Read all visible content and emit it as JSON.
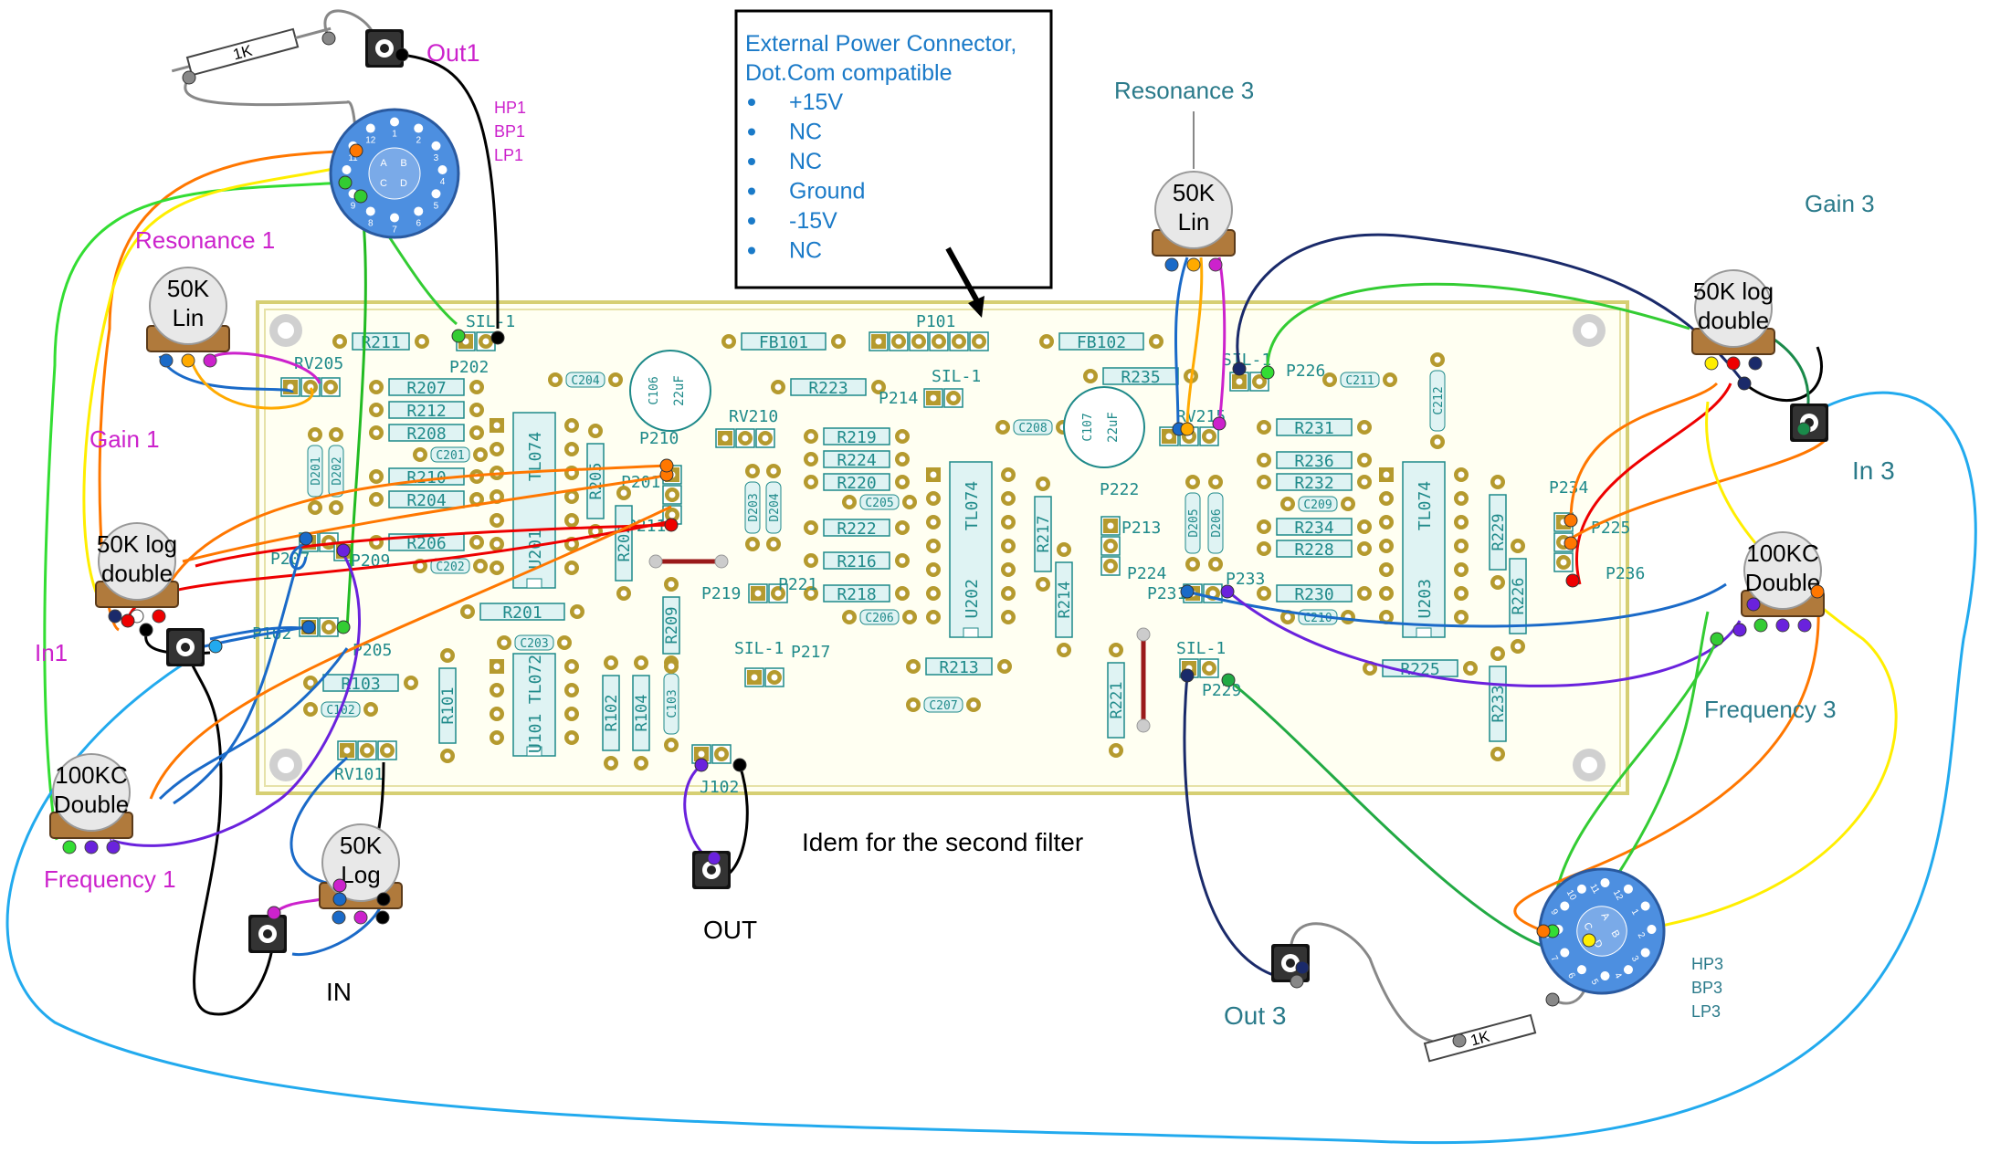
{
  "colors": {
    "board_fill": "#fffff2",
    "board_border": "#d6cf73",
    "pad": "#b59a2e",
    "pad_inner": "#e0c55a",
    "part_fill": "#dff3f3",
    "part_stroke": "#1f8a8a",
    "part_text": "#1f8a8a",
    "pot_body": "#e8e8e8",
    "pot_base": "#b07a3c",
    "switch_blue": "#4d8fe0",
    "magenta": "#cc22cc",
    "teal": "#2a7a8a",
    "callout_blue": "#1a7ac8"
  },
  "callout": {
    "title_line1": "External Power Connector,",
    "title_line2": "Dot.Com compatible",
    "pins": [
      "+15V",
      "NC",
      "NC",
      "Ground",
      "-15V",
      "NC"
    ]
  },
  "labels": {
    "out1": "Out1",
    "hp1": "HP1",
    "bp1": "BP1",
    "lp1": "LP1",
    "resonance1": "Resonance 1",
    "gain1": "Gain 1",
    "in1": "In1",
    "frequency1": "Frequency 1",
    "in": "IN",
    "out": "OUT",
    "idem": "Idem for the second filter",
    "resonance3": "Resonance 3",
    "gain3": "Gain 3",
    "in3": "In 3",
    "frequency3": "Frequency 3",
    "out3": "Out 3",
    "hp3": "HP3",
    "bp3": "BP3",
    "lp3": "LP3"
  },
  "pots": {
    "res1": {
      "line1": "50K",
      "line2": "Lin"
    },
    "gain1": {
      "line1": "50K log",
      "line2": "double"
    },
    "freq1": {
      "line1": "100KC",
      "line2": "Double"
    },
    "in_pot": {
      "line1": "50K",
      "line2": "Log"
    },
    "res3": {
      "line1": "50K",
      "line2": "Lin"
    },
    "gain3": {
      "line1": "50K log",
      "line2": "double"
    },
    "freq3": {
      "line1": "100KC",
      "line2": "Double"
    }
  },
  "resistor_1k": "1K",
  "pcb_parts": {
    "R211": "R211",
    "P202": "P202",
    "SIL1": "SIL-1",
    "C204": "C204",
    "R207": "R207",
    "R212": "R212",
    "R208": "R208",
    "C201": "C201",
    "R210": "R210",
    "R204": "R204",
    "R206": "R206",
    "C202": "C202",
    "RV205": "RV205",
    "D201": "D201",
    "D202": "D202",
    "P207": "P207",
    "P209": "P209",
    "P102": "P102",
    "P205": "P205",
    "R103": "R103",
    "C102": "C102",
    "RV101": "RV101",
    "R101": "R101",
    "U201": "U201",
    "TL074": "TL074",
    "R205": "R205",
    "P210": "P210",
    "P201": "P201",
    "P211": "P211",
    "R202": "R202",
    "R201": "R201",
    "C203": "C203",
    "U101": "U101",
    "TL072": "TL072",
    "R102": "R102",
    "R104": "R104",
    "C103": "C103",
    "R209": "R209",
    "J102": "J102",
    "C106": "C106",
    "uF22": "22uF",
    "FB101": "FB101",
    "P101": "P101",
    "FB102": "FB102",
    "R223": "R223",
    "P214": "P214",
    "RV210": "RV210",
    "R219": "R219",
    "R224": "R224",
    "R220": "R220",
    "C205": "C205",
    "R222": "R222",
    "R216": "R216",
    "R218": "R218",
    "C206": "C206",
    "D203": "D203",
    "D204": "D204",
    "P219": "P219",
    "P221": "P221",
    "P217": "P217",
    "R213": "R213",
    "C207": "C207",
    "U202": "U202",
    "C208": "C208",
    "R217": "R217",
    "R214": "R214",
    "P213": "P213",
    "P222": "P222",
    "P224": "P224",
    "R221": "R221",
    "R235": "R235",
    "C107": "C107",
    "RV215": "RV215",
    "P226": "P226",
    "C211": "C211",
    "C212": "C212",
    "R231": "R231",
    "R236": "R236",
    "R232": "R232",
    "C209": "C209",
    "R234": "R234",
    "R228": "R228",
    "R230": "R230",
    "C210": "C210",
    "D205": "D205",
    "D206": "D206",
    "P231": "P231",
    "P233": "P233",
    "P229": "P229",
    "U203": "U203",
    "R225": "R225",
    "R229": "R229",
    "R226": "R226",
    "R233": "R233",
    "P234": "P234",
    "P225": "P225",
    "P236": "P236"
  },
  "switch_numbers": [
    "1",
    "2",
    "3",
    "4",
    "5",
    "6",
    "7",
    "8",
    "9",
    "10",
    "11",
    "12"
  ],
  "switch_letters": {
    "a": "A",
    "b": "B",
    "c": "C",
    "d": "D"
  }
}
